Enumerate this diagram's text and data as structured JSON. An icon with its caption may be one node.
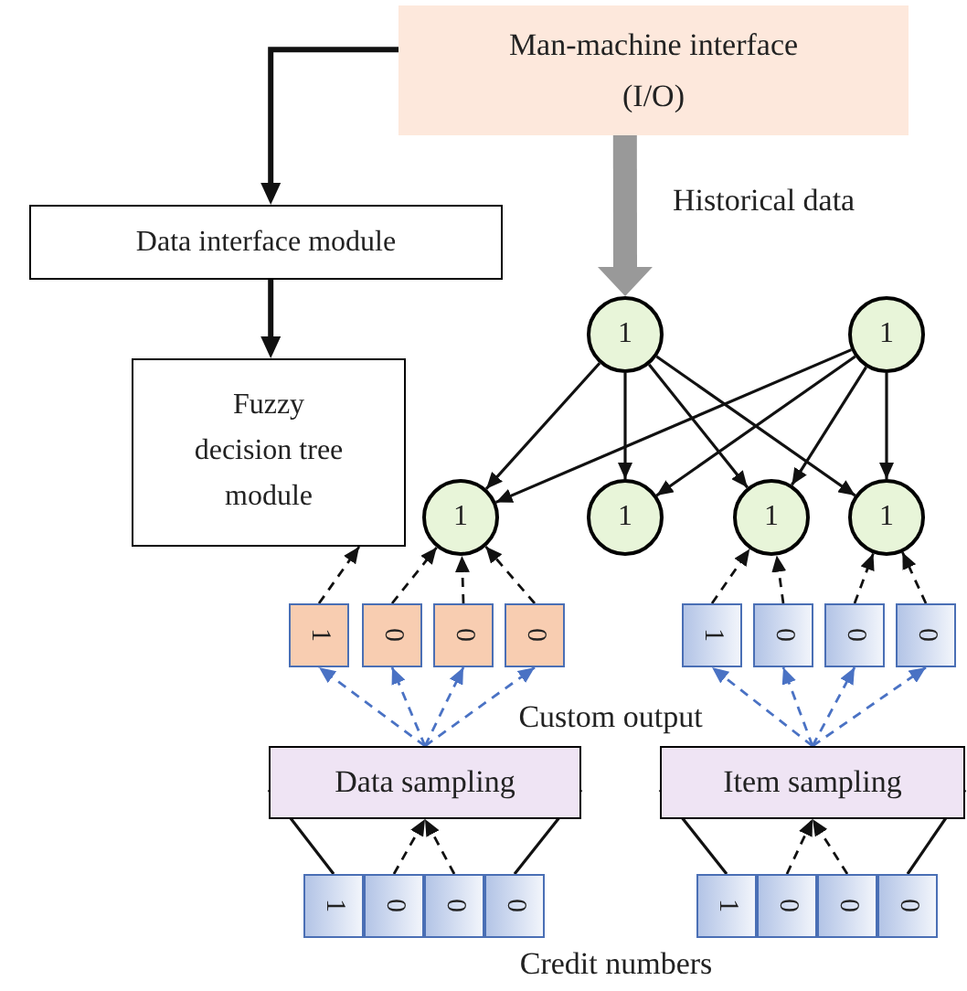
{
  "diagram": {
    "nodes": [
      {
        "text": [
          "Man-machine interface (I/O)"
        ]
      },
      {
        "text": [
          "Data interface module"
        ]
      },
      {
        "text": [
          "Fuzzy decision tree module"
        ]
      },
      {
        "text": [
          "1"
        ]
      },
      {
        "text": [
          "1"
        ]
      },
      {
        "text": [
          "1"
        ]
      },
      {
        "text": [
          "1"
        ]
      },
      {
        "text": [
          "1"
        ]
      },
      {
        "text": [
          "1"
        ]
      },
      {
        "text": [
          "1"
        ]
      },
      {
        "text": [
          "0"
        ]
      },
      {
        "text": [
          "0"
        ]
      },
      {
        "text": [
          "0"
        ]
      },
      {
        "text": [
          "1"
        ]
      },
      {
        "text": [
          "0"
        ]
      },
      {
        "text": [
          "0"
        ]
      },
      {
        "text": [
          "0"
        ]
      },
      {
        "text": [
          "Data sampling"
        ]
      },
      {
        "text": [
          "Item sampling"
        ]
      },
      {
        "text": [
          "1"
        ]
      },
      {
        "text": [
          "0"
        ]
      },
      {
        "text": [
          "0"
        ]
      },
      {
        "text": [
          "0"
        ]
      },
      {
        "text": [
          "1"
        ]
      },
      {
        "text": [
          "0"
        ]
      },
      {
        "text": [
          "0"
        ]
      },
      {
        "text": [
          "0"
        ]
      }
    ],
    "edges": [
      {
        "from": 0,
        "to": 1,
        "arrow": "to",
        "style": "thick"
      },
      {
        "from": 1,
        "to": 2,
        "arrow": "to",
        "style": "thick"
      },
      {
        "from": 0,
        "to": 3,
        "arrow": "to",
        "label": "Historical data",
        "style": "thick",
        "color": "#999999"
      },
      {
        "from": 3,
        "to": 5,
        "arrow": "to"
      },
      {
        "from": 3,
        "to": 6,
        "arrow": "to"
      },
      {
        "from": 3,
        "to": 7,
        "arrow": "to"
      },
      {
        "from": 3,
        "to": 8,
        "arrow": "to"
      },
      {
        "from": 4,
        "to": 5,
        "arrow": "to"
      },
      {
        "from": 4,
        "to": 6,
        "arrow": "to"
      },
      {
        "from": 4,
        "to": 7,
        "arrow": "to"
      },
      {
        "from": 4,
        "to": 8,
        "arrow": "to"
      },
      {
        "from": 9,
        "to": 2,
        "arrow": "to",
        "style": "dashed"
      },
      {
        "from": 10,
        "to": 5,
        "arrow": "to",
        "style": "dashed"
      },
      {
        "from": 11,
        "to": 5,
        "arrow": "to",
        "style": "dashed"
      },
      {
        "from": 12,
        "to": 5,
        "arrow": "to",
        "style": "dashed"
      },
      {
        "from": 13,
        "to": 7,
        "arrow": "to",
        "style": "dashed"
      },
      {
        "from": 14,
        "to": 7,
        "arrow": "to",
        "style": "dashed"
      },
      {
        "from": 15,
        "to": 8,
        "arrow": "to",
        "style": "dashed"
      },
      {
        "from": 16,
        "to": 8,
        "arrow": "to",
        "style": "dashed"
      },
      {
        "from": 17,
        "to": 9,
        "arrow": "to",
        "style": "dashed",
        "color": "#4a72c4"
      },
      {
        "from": 17,
        "to": 10,
        "arrow": "to",
        "style": "dashed",
        "color": "#4a72c4"
      },
      {
        "from": 17,
        "to": 11,
        "arrow": "to",
        "style": "dashed",
        "color": "#4a72c4"
      },
      {
        "from": 17,
        "to": 12,
        "arrow": "to",
        "style": "dashed",
        "color": "#4a72c4"
      },
      {
        "from": 18,
        "to": 13,
        "arrow": "to",
        "style": "dashed",
        "color": "#4a72c4"
      },
      {
        "from": 18,
        "to": 14,
        "arrow": "to",
        "style": "dashed",
        "color": "#4a72c4"
      },
      {
        "from": 18,
        "to": 15,
        "arrow": "to",
        "style": "dashed",
        "color": "#4a72c4"
      },
      {
        "from": 18,
        "to": 16,
        "arrow": "to",
        "style": "dashed",
        "color": "#4a72c4"
      },
      {
        "from": 19,
        "to": 17,
        "arrow": "to"
      },
      {
        "from": 20,
        "to": 17,
        "arrow": "to",
        "style": "dashed"
      },
      {
        "from": 21,
        "to": 17,
        "arrow": "to",
        "style": "dashed"
      },
      {
        "from": 22,
        "to": 17,
        "arrow": "to"
      },
      {
        "from": 23,
        "to": 18,
        "arrow": "to"
      },
      {
        "from": 24,
        "to": 18,
        "arrow": "to",
        "style": "dashed"
      },
      {
        "from": 25,
        "to": 18,
        "arrow": "to",
        "style": "dashed"
      },
      {
        "from": 26,
        "to": 18,
        "arrow": "to"
      }
    ],
    "labels": [
      "Custom output",
      "Credit numbers"
    ]
  }
}
